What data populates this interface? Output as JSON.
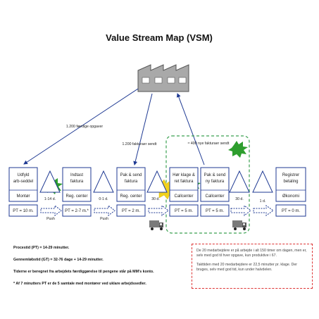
{
  "title": "Value Stream Map (VSM)",
  "flows": {
    "left": "1.200 færdige opgaver",
    "middle": "1.200 fakturaer sendt",
    "right": "≈ 400 nye fakturaer sendt"
  },
  "processes": [
    {
      "name": "Udfyld arb-seddel",
      "line1": "Udfyld",
      "line2": "arb-seddel",
      "owner": "Montør",
      "pt": "PT = 10 m."
    },
    {
      "name": "Indtast faktura",
      "line1": "Indtast",
      "line2": "faktura",
      "owner": "Reg. center",
      "pt": "PT = 2-7 m.*"
    },
    {
      "name": "Pak & send faktura",
      "line1": "Pak & send",
      "line2": "faktura",
      "owner": "Reg. center",
      "pt": "PT = 2 m."
    },
    {
      "name": "Hør klage & ret faktura",
      "line1": "Hør klage &",
      "line2": "ret faktura",
      "owner": "Callcenter",
      "pt": "PT = 5 m."
    },
    {
      "name": "Pak & send ny faktura",
      "line1": "Pak & send",
      "line2": "ny faktura",
      "owner": "Callcenter",
      "pt": "PT = 5 m."
    },
    {
      "name": "Registrer betaling",
      "line1": "Registrer",
      "line2": "betaling",
      "owner": "Økonomi",
      "pt": "PT = 0 m."
    }
  ],
  "waits": [
    "1-14 d.",
    "0-1 d.",
    "30 d.",
    "30 d.",
    "1 d."
  ],
  "push_label": "Push",
  "notes": {
    "pt": "Procestid (PT) = 14-29 minutter.",
    "gt": "Gennemløbstid (GT) = 32-76 dage + 14-29 minutter.",
    "tider": "Tiderne er beregnet fra arbejdets færdiggørelse til pengene står på MM's konto.",
    "footnote": "* Af 7 minutters PT er de 5 samtale med montører ved uklare arbejdssedler."
  },
  "redbox": {
    "p1": "De 20 medarbejdere er på arbejde i alt 150 timer om dagen, men er, selv med god til hver opgave, kun produktive i 67.",
    "p2": "Takttiden med 20 medarbejdere er 22,5 minutter pr. klage. Der bruges, selv med god tid, kun under halvdelen."
  },
  "colors": {
    "border": "#1f3a93",
    "push_arrow": "#1f3a93",
    "green_burst": "#2e9e2e",
    "yellow_burst": "#f2d21b",
    "dashed_green": "#3aa050",
    "dashed_red": "#dd3333"
  },
  "icons": [
    "factory-icon",
    "truck-icon",
    "inventory-triangle-icon",
    "kaizen-burst-icon",
    "push-arrow-icon"
  ]
}
